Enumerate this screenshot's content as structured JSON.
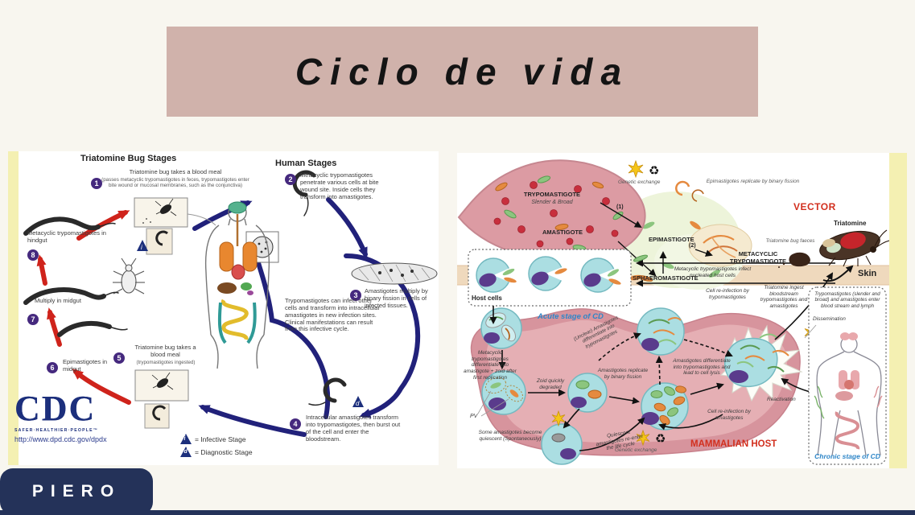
{
  "title": "Ciclo de vida",
  "brand": "PIERO",
  "cdc": {
    "header_bug": "Triatomine Bug Stages",
    "header_human": "Human Stages",
    "steps": [
      {
        "num": "1",
        "title": "Triatomine bug takes a blood meal",
        "sub": "(passes metacyclic trypomastigotes in feces, trypomastigotes enter bite wound or mucosal membranes, such as the conjunctiva)"
      },
      {
        "num": "2",
        "text": "Metacyclic trypomastigotes penetrate various cells at bite wound site.  Inside cells they transform into amastigotes."
      },
      {
        "num": "3",
        "text": "Amastigotes multiply by binary fission in cells of infected tissues."
      },
      {
        "num": "4",
        "text": "Intracellular amastigotes transform into trypomastigotes, then burst out of the cell and enter the bloodstream."
      },
      {
        "num": "5",
        "title": "Triatomine bug takes a blood meal",
        "sub": "(trypomastigotes ingested)"
      },
      {
        "num": "6",
        "text": "Epimastigotes in midgut"
      },
      {
        "num": "7",
        "text": "Multiply in midgut"
      },
      {
        "num": "8",
        "text": "Metacyclic trypomastigotes in hindgut"
      }
    ],
    "center_note": "Trypomastigotes can infect other cells and transform into intracellular amastigotes in new infection sites.  Clinical manifestations can result from this infective cycle.",
    "legend": [
      {
        "symbol": "i",
        "label": "= Infective Stage"
      },
      {
        "symbol": "d",
        "label": "= Diagnostic Stage"
      }
    ],
    "logo": {
      "name": "CDC",
      "tagline": "SAFER·HEALTHIER·PEOPLE™",
      "url": "http://www.dpd.cdc.gov/dpdx"
    }
  },
  "cycle": {
    "stages": {
      "trypomastigote": "TRYPOMASTIGOTE",
      "trypomastigote_sub": "Slender & Broad",
      "amastigote": "AMASTIGOTE",
      "epimastigote": "EPIMASTIGOTE",
      "sphaeromastigote": "SPHAEROMASTIGOTE",
      "metacyclic": "METACYCLIC TRYPOMASTIGOTE",
      "step1": "(1)",
      "step2": "(2)"
    },
    "vector_label": "VECTOR",
    "triatomine": "Triatomine",
    "faeces": "Triatomine bug faeces",
    "skin": "Skin",
    "genetic_exchange_top": "Genetic exchange",
    "epi_replicate": "Epimastigotes replicate by binary fission",
    "infect_host": "Metacyclic trypomastigotes infect nucleated host cells",
    "host_cells": "Host cells",
    "acute": "Acute stage of CD",
    "metacyclic_diff": "Metacyclic trypomastigotes differentiate into amastigote + zoid after first replication",
    "zoid": "Zoid quickly degraded",
    "pv": "PV",
    "quiescent_become": "Some amastigotes become quiescent (Spontaneously)",
    "quiescent_reenter": "Quiescent amastigotes re-enter the life cycle",
    "amastigote_replicate": "Amastigotes replicate by binary fission",
    "unclear": "(Unclear) Amastigotes differentiate into trypomastigotes",
    "cell_lysis": "Amastigotes differentiate into trypomastigotes and lead to cell lysis",
    "reinfection_amastigotes": "Cell re-infection by amastigotes",
    "reinfection_trypomastigotes": "Cell re-infection by trypomastigotes",
    "triatomine_ingest": "Triatomine ingest bloodstream trypomastigotes and amastigotes",
    "enter_blood": "Trypomastigotes (slender and broad) and amastigotes enter blood stream and lymph",
    "dissemination": "Dissemination",
    "reactivation": "Reactivation",
    "genetic_exchange_bottom": "Genetic exchange",
    "mammalian_host": "MAMMALIAN HOST",
    "chronic": "Chronic stage of CD"
  }
}
